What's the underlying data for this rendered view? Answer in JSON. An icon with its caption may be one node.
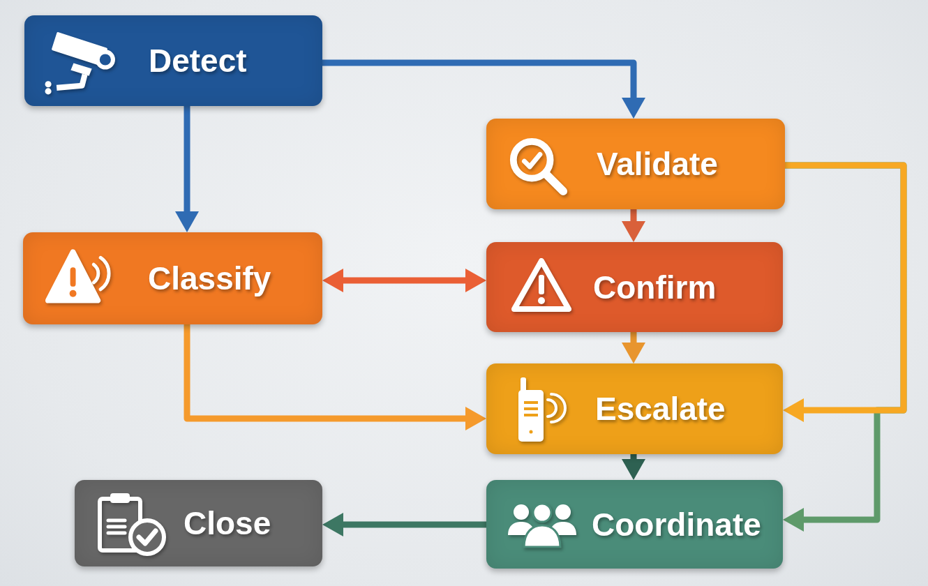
{
  "diagram": {
    "nodes": [
      {
        "text": [
          "Detect"
        ]
      },
      {
        "text": [
          "Validate"
        ]
      },
      {
        "text": [
          "Classify"
        ]
      },
      {
        "text": [
          "Confirm"
        ]
      },
      {
        "text": [
          "Escalate"
        ]
      },
      {
        "text": [
          "Close"
        ]
      },
      {
        "text": [
          "Coordinate"
        ]
      }
    ],
    "edges": [
      {
        "from": 0,
        "to": 1,
        "arrow": "to",
        "color": "#2f6bb3"
      },
      {
        "from": 0,
        "to": 2,
        "arrow": "to",
        "color": "#2f6bb3"
      },
      {
        "from": 1,
        "to": 3,
        "arrow": "to",
        "color": "#d9603a"
      },
      {
        "from": 2,
        "to": 3,
        "arrow": "both",
        "color": "#ea5f35"
      },
      {
        "from": 3,
        "to": 4,
        "arrow": "to",
        "color": "#e8952e"
      },
      {
        "from": 2,
        "to": 4,
        "arrow": "to",
        "color": "#f59a2c"
      },
      {
        "from": 1,
        "to": 4,
        "arrow": "to",
        "color": "#f7a823"
      },
      {
        "from": 4,
        "to": 6,
        "arrow": "to",
        "color": "#2e6152"
      },
      {
        "from": 6,
        "to": 5,
        "arrow": "to",
        "color": "#3d7763"
      },
      {
        "from": 1,
        "to": 6,
        "arrow": "to",
        "color": "#5e9a6a"
      }
    ]
  }
}
